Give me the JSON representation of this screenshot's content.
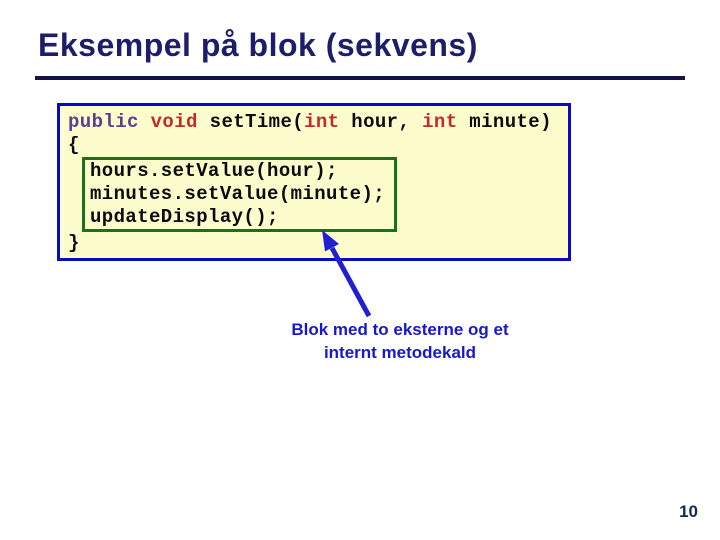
{
  "slide": {
    "title": "Eksempel på blok (sekvens)",
    "page_number": "10"
  },
  "code": {
    "signature_tokens": [
      {
        "text": "public ",
        "role": "keyword-modifier"
      },
      {
        "text": "void",
        "role": "keyword-type"
      },
      {
        "text": " setTime(",
        "role": "plain"
      },
      {
        "text": "int",
        "role": "keyword-type"
      },
      {
        "text": " hour, ",
        "role": "plain"
      },
      {
        "text": "int",
        "role": "keyword-type"
      },
      {
        "text": " minute)",
        "role": "plain"
      }
    ],
    "open_brace": "{",
    "body_lines": [
      "hours.setValue(hour);",
      "minutes.setValue(minute);",
      "updateDisplay();"
    ],
    "close_brace": "}"
  },
  "caption": {
    "line1": "Blok med to eksterne og et",
    "line2": "internt metodekald"
  },
  "colors": {
    "title_navy": "#1d1d6b",
    "rule_navy": "#131347",
    "code_background_yellow": "#fcfccd",
    "code_border_blue": "#0909c2",
    "inner_border_green": "#177317",
    "keyword_modifier_purple": "#5b4090",
    "keyword_type_red": "#c32b2b",
    "code_text_black": "#0b0b0b",
    "caption_blue": "#1717cc",
    "arrow_blue": "#2020d2",
    "page_number_navy": "#122a52"
  }
}
